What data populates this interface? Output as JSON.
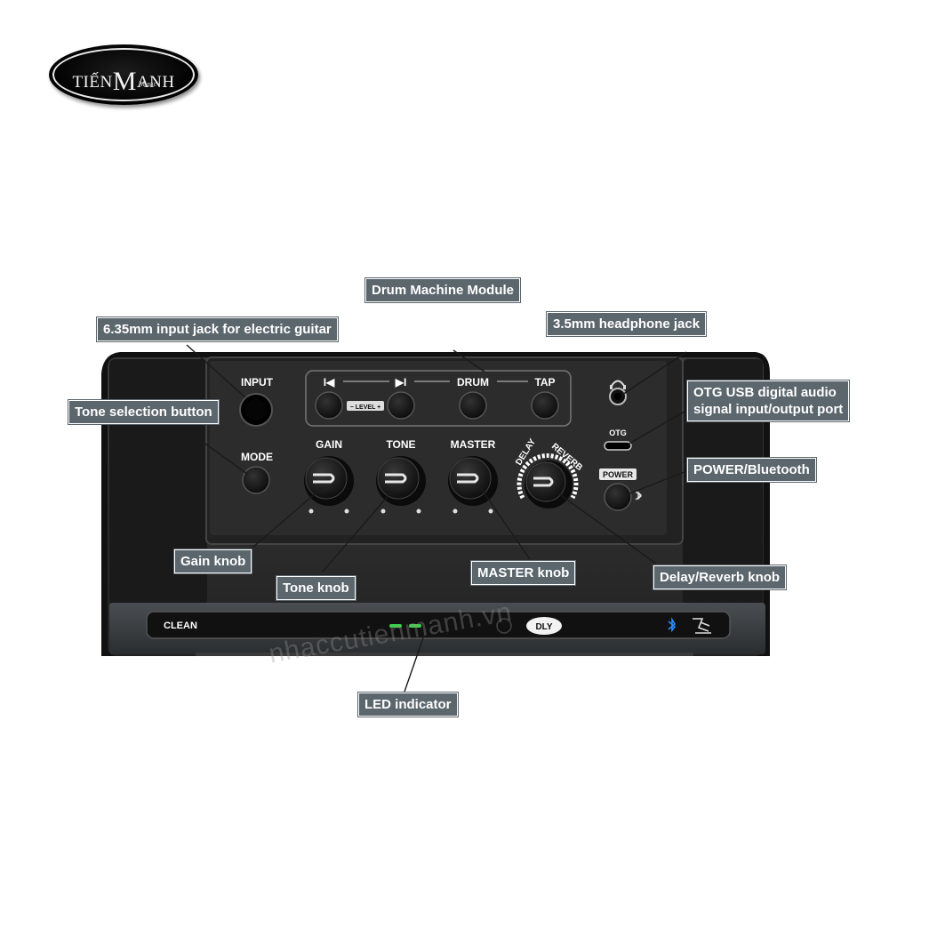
{
  "logo": {
    "part1": "TIẾN",
    "part2": "M",
    "part3": "ANH",
    "sub": "Music"
  },
  "watermark": "nhaccutienmanh.vn",
  "callouts": {
    "drum_module": "Drum Machine Module",
    "input_jack": "6.35mm input jack for electric guitar",
    "headphone_jack": "3.5mm headphone jack",
    "tone_selection": "Tone selection button",
    "otg_line1": "OTG USB digital audio",
    "otg_line2": "signal input/output port",
    "power_bt": "POWER/Bluetooth",
    "gain_knob": "Gain knob",
    "tone_knob": "Tone knob",
    "master_knob": "MASTER knob",
    "delay_reverb_knob": "Delay/Reverb knob",
    "led_indicator": "LED indicator"
  },
  "panel": {
    "input": "INPUT",
    "mode": "MODE",
    "prev": "I◀",
    "next": "▶I",
    "level": "− LEVEL +",
    "drum": "DRUM",
    "tap": "TAP",
    "gain": "GAIN",
    "tone": "TONE",
    "master": "MASTER",
    "delay": "DELAY",
    "reverb": "REVERB",
    "otg": "OTG",
    "power": "POWER"
  },
  "display": {
    "clean": "CLEAN",
    "dly": "DLY"
  },
  "colors": {
    "callout_bg": "#5c666d",
    "led_green": "#3ecf4a",
    "bluetooth_blue": "#2a8cff",
    "body_dark": "#2e2e2e"
  },
  "icons": [
    "headphone-icon",
    "bluetooth-icon",
    "usb-c-icon",
    "guitar-player-icon"
  ]
}
